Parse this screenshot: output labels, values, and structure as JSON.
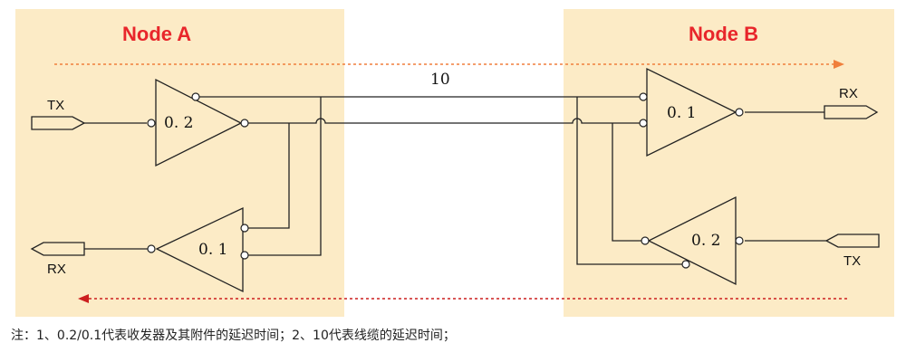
{
  "nodes": {
    "a": {
      "title": "Node A",
      "in_label": "TX",
      "out_label": "RX"
    },
    "b": {
      "title": "Node B",
      "in_label": "TX",
      "out_label": "RX"
    }
  },
  "buffers": {
    "a_tx": "0. 2",
    "a_rx": "0. 1",
    "b_rx": "0. 1",
    "b_tx": "0. 2"
  },
  "link_delay": "10",
  "colors": {
    "node_fill": "#fcebc6",
    "title": "#e8262b",
    "arrow_top": "#f07f3c",
    "arrow_bottom": "#cc1f1f",
    "line": "#222222"
  },
  "note": "注：1、0.2/0.1代表收发器及其附件的延迟时间；2、10代表线缆的延迟时间；"
}
